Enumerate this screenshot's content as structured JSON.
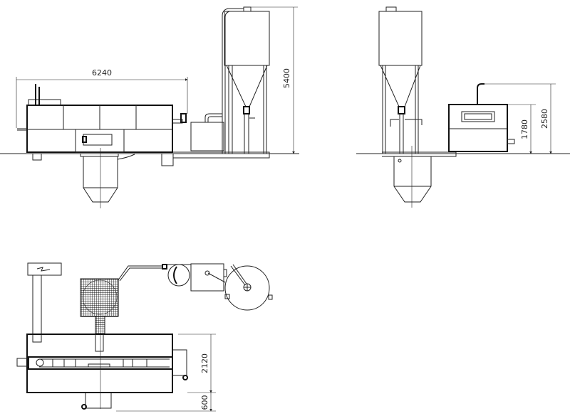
{
  "drawing": {
    "front_view": {
      "dim_length": "6240",
      "dim_height": "5400"
    },
    "side_view": {
      "dim_total_height": "2580",
      "dim_machine_height": "1780"
    },
    "top_view": {
      "dim_width": "2120",
      "dim_offset": "600"
    }
  }
}
